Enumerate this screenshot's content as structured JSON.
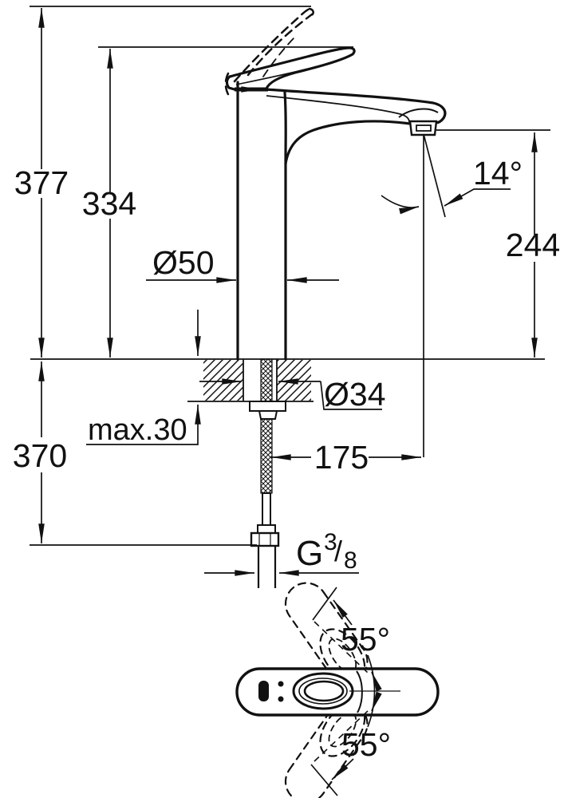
{
  "drawing": {
    "labels": {
      "overall_height": "377",
      "lever_height": "334",
      "spout_outlet_height": "244",
      "body_diameter": "Ø50",
      "mounting_hole_diameter": "Ø34",
      "max_mounting_thickness": "max.30",
      "under_counter_length": "370",
      "spout_reach": "175",
      "outlet_angle": "14°",
      "swivel_angle_up": "55°",
      "swivel_angle_down": "55°",
      "thread_letter": "G",
      "thread_numerator": "3",
      "thread_slash": "/",
      "thread_denominator": "8"
    },
    "colors": {
      "ink": "#111111",
      "background": "#ffffff"
    }
  }
}
